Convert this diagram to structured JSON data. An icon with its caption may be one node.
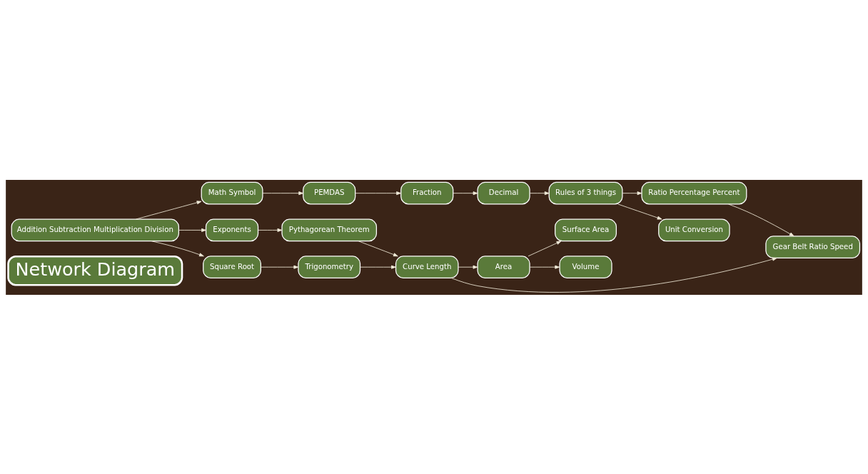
{
  "diagram": {
    "nodes": [
      {
        "text": [
          "Network Diagram"
        ]
      },
      {
        "text": [
          "Addition Subtraction Multiplication Division"
        ]
      },
      {
        "text": [
          "Math Symbol"
        ]
      },
      {
        "text": [
          "PEMDAS"
        ]
      },
      {
        "text": [
          "Fraction"
        ]
      },
      {
        "text": [
          "Decimal"
        ]
      },
      {
        "text": [
          "Rules of 3 things"
        ]
      },
      {
        "text": [
          "Ratio Percentage Percent"
        ]
      },
      {
        "text": [
          "Unit Conversion"
        ]
      },
      {
        "text": [
          "Exponents"
        ]
      },
      {
        "text": [
          "Pythagorean Theorem"
        ]
      },
      {
        "text": [
          "Curve Length"
        ]
      },
      {
        "text": [
          "Area"
        ]
      },
      {
        "text": [
          "Surface Area"
        ]
      },
      {
        "text": [
          "Volume"
        ]
      },
      {
        "text": [
          "Square Root"
        ]
      },
      {
        "text": [
          "Trigonometry"
        ]
      },
      {
        "text": [
          "Gear Belt Ratio Speed"
        ]
      }
    ],
    "edges": [
      {
        "from": 1,
        "to": 2,
        "arrow": "to"
      },
      {
        "from": 2,
        "to": 3,
        "arrow": "to"
      },
      {
        "from": 3,
        "to": 4,
        "arrow": "to"
      },
      {
        "from": 4,
        "to": 5,
        "arrow": "to"
      },
      {
        "from": 5,
        "to": 6,
        "arrow": "to"
      },
      {
        "from": 6,
        "to": 7,
        "arrow": "to"
      },
      {
        "from": 6,
        "to": 8,
        "arrow": "to"
      },
      {
        "from": 1,
        "to": 9,
        "arrow": "to"
      },
      {
        "from": 9,
        "to": 10,
        "arrow": "to"
      },
      {
        "from": 10,
        "to": 11,
        "arrow": "to"
      },
      {
        "from": 11,
        "to": 12,
        "arrow": "to"
      },
      {
        "from": 12,
        "to": 13,
        "arrow": "to"
      },
      {
        "from": 12,
        "to": 14,
        "arrow": "to"
      },
      {
        "from": 1,
        "to": 15,
        "arrow": "to"
      },
      {
        "from": 15,
        "to": 16,
        "arrow": "to"
      },
      {
        "from": 16,
        "to": 11,
        "arrow": "to"
      },
      {
        "from": 11,
        "to": 17,
        "arrow": "to"
      },
      {
        "from": 7,
        "to": 17,
        "arrow": "to"
      }
    ]
  }
}
